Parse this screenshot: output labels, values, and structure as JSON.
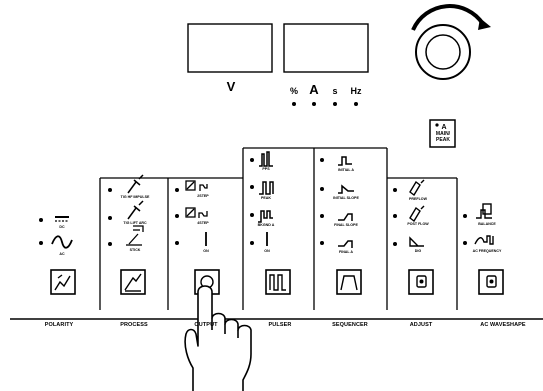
{
  "meter": {
    "units": {
      "v": "V",
      "pct": "%",
      "a": "A",
      "s": "s",
      "hz": "Hz"
    }
  },
  "main_peak": {
    "line1": "A",
    "line2": "MAIN/",
    "line3": "PEAK"
  },
  "sections": {
    "polarity": "POLARITY",
    "process": "PROCESS",
    "output": "OUTPUT",
    "pulser": "PULSER",
    "sequencer": "SEQUENCER",
    "adjust": "ADJUST",
    "ac_waveshape": "AC WAVESHAPE"
  },
  "options": {
    "polarity": [
      "DC",
      "AC"
    ],
    "process": [
      "TIG HF IMPULSE",
      "TIG LIFT ARC",
      "STICK"
    ],
    "output": [
      "2STEP",
      "4STEP",
      "ON"
    ],
    "pulser": [
      "PPS",
      "PEAK",
      "BKGND A",
      "ON"
    ],
    "sequencer": [
      "INITIAL A",
      "INITIAL SLOPE",
      "FINAL SLOPE",
      "FINAL A"
    ],
    "adjust": [
      "PREFLOW",
      "POST FLOW",
      "DIG"
    ],
    "ac_waveshape": [
      "BALANCE",
      "AC FREQUENCY"
    ]
  },
  "icons": {
    "knob": "encoder-knob-icon",
    "pointer": "pointing-hand-icon"
  }
}
